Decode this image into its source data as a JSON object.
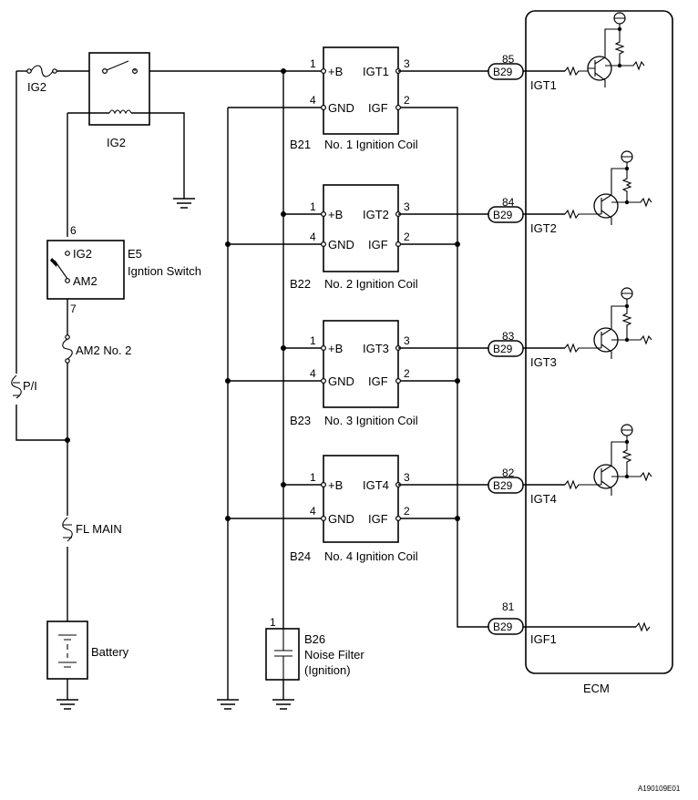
{
  "fuses": {
    "ig2": "IG2",
    "pi": "P/I",
    "am2_no2": "AM2 No. 2",
    "fl_main": "FL MAIN"
  },
  "relay": {
    "label": "IG2"
  },
  "ignition_switch": {
    "id": "E5",
    "name": "Igntion Switch",
    "contact_ig2": "IG2",
    "contact_am2": "AM2",
    "pin_top": "6",
    "pin_bottom": "7"
  },
  "battery": {
    "label": "Battery"
  },
  "coils": [
    {
      "id": "B21",
      "name": "No. 1 Ignition Coil",
      "pin_b": "1",
      "pin_gnd": "4",
      "pin_igt": "3",
      "pin_igf": "2",
      "label_b": "+B",
      "label_gnd": "GND",
      "label_igt": "IGT1",
      "label_igf": "IGF"
    },
    {
      "id": "B22",
      "name": "No. 2 Ignition Coil",
      "pin_b": "1",
      "pin_gnd": "4",
      "pin_igt": "3",
      "pin_igf": "2",
      "label_b": "+B",
      "label_gnd": "GND",
      "label_igt": "IGT2",
      "label_igf": "IGF"
    },
    {
      "id": "B23",
      "name": "No. 3 Ignition Coil",
      "pin_b": "1",
      "pin_gnd": "4",
      "pin_igt": "3",
      "pin_igf": "2",
      "label_b": "+B",
      "label_gnd": "GND",
      "label_igt": "IGT3",
      "label_igf": "IGF"
    },
    {
      "id": "B24",
      "name": "No. 4 Ignition Coil",
      "pin_b": "1",
      "pin_gnd": "4",
      "pin_igt": "3",
      "pin_igf": "2",
      "label_b": "+B",
      "label_gnd": "GND",
      "label_igt": "IGT4",
      "label_igf": "IGF"
    }
  ],
  "noise_filter": {
    "id": "B26",
    "name_line1": "Noise Filter",
    "name_line2": "(Ignition)",
    "pin": "1"
  },
  "ecm": {
    "label": "ECM",
    "connector": "B29",
    "terminals": [
      {
        "pin": "85",
        "signal": "IGT1"
      },
      {
        "pin": "84",
        "signal": "IGT2"
      },
      {
        "pin": "83",
        "signal": "IGT3"
      },
      {
        "pin": "82",
        "signal": "IGT4"
      },
      {
        "pin": "81",
        "signal": "IGF1"
      }
    ]
  },
  "figure_code": "A190109E01"
}
